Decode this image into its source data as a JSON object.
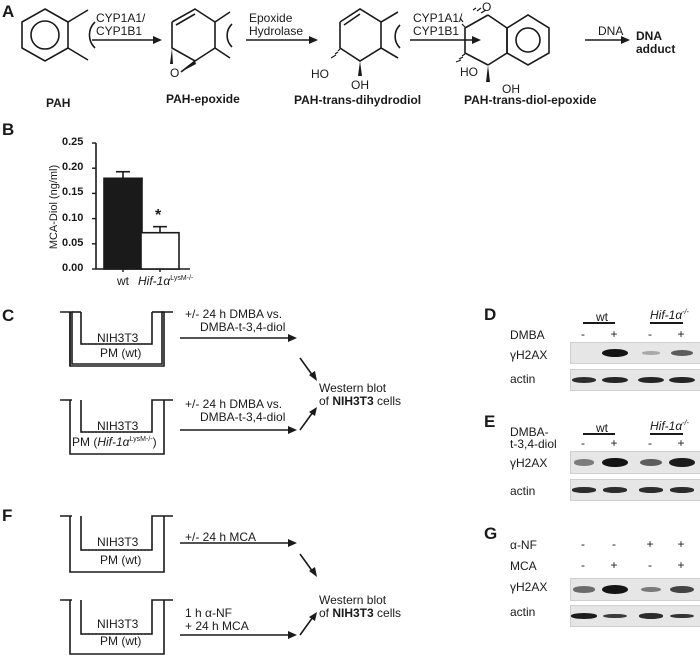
{
  "panels": {
    "A": {
      "letter": "A",
      "compounds": [
        "PAH",
        "PAH-epoxide",
        "PAH-trans-dihydrodiol",
        "PAH-trans-diol-epoxide"
      ],
      "steps": [
        {
          "line1": "CYP1A1/",
          "line2": "CYP1B1"
        },
        {
          "line1": "Epoxide",
          "line2": "Hydrolase"
        },
        {
          "line1": "CYP1A1/",
          "line2": "CYP1B1"
        },
        {
          "line1": "DNA",
          "line2": ""
        }
      ],
      "product_line1": "DNA",
      "product_line2": "adduct",
      "atoms": {
        "o": "O",
        "ho": "HO",
        "oh": "OH"
      }
    },
    "B": {
      "letter": "B"
    },
    "C": {
      "letter": "C",
      "wells": [
        {
          "cells": "NIH3T3",
          "pm_prefix": "PM (",
          "pm_genotype": "wt",
          "pm_sup": "",
          "pm_suffix": ")",
          "treat1": "+/- 24 h DMBA vs.",
          "treat2": "DMBA-t-3,4-diol"
        },
        {
          "cells": "NIH3T3",
          "pm_prefix": "PM (",
          "pm_genotype": "Hif-1α",
          "pm_sup": "LysM-/-",
          "pm_suffix": ")",
          "treat1": "+/-  24 h DMBA vs.",
          "treat2": "DMBA-t-3,4-diol"
        }
      ],
      "readout_line1": "Western blot",
      "readout_prefix": "of ",
      "readout_bold": "NIH3T3",
      "readout_suffix": " cells"
    },
    "D": {
      "letter": "D",
      "group1": "wt",
      "group2": "Hif-1α",
      "group2_sup": "-/-",
      "treatment_label": "DMBA",
      "signs": [
        "-",
        "+",
        "-",
        "+"
      ],
      "rows": [
        "γH2AX",
        "actin"
      ],
      "gh2ax_intensity": [
        0,
        1.0,
        0.05,
        0.55
      ],
      "actin_intensity": [
        0.85,
        0.9,
        0.9,
        0.9
      ]
    },
    "E": {
      "letter": "E",
      "group1": "wt",
      "group2": "Hif-1α",
      "group2_sup": "-/-",
      "treatment_label1": "DMBA-",
      "treatment_label2": "t-3,4-diol",
      "signs": [
        "-",
        "+",
        "-",
        "+"
      ],
      "rows": [
        "γH2AX",
        "actin"
      ],
      "gh2ax_intensity": [
        0.35,
        1.0,
        0.55,
        0.95
      ],
      "actin_intensity": [
        0.85,
        0.85,
        0.85,
        0.85
      ]
    },
    "F": {
      "letter": "F",
      "wells": [
        {
          "cells": "NIH3T3",
          "pm": "PM (wt)",
          "treat1": "+/- 24 h MCA",
          "treat2": ""
        },
        {
          "cells": "NIH3T3",
          "pm": "PM (wt)",
          "treat1": "1 h α-NF",
          "treat2": "+ 24 h MCA"
        }
      ],
      "readout_line1": "Western blot",
      "readout_prefix": "of ",
      "readout_bold": "NIH3T3",
      "readout_suffix": " cells"
    },
    "G": {
      "letter": "G",
      "treatments": [
        {
          "label": "α-NF",
          "signs": [
            "-",
            "-",
            "+",
            "+"
          ]
        },
        {
          "label": "MCA",
          "signs": [
            "-",
            "+",
            "-",
            "+"
          ]
        }
      ],
      "rows": [
        "γH2AX",
        "actin"
      ],
      "gh2ax_intensity": [
        0.45,
        1.0,
        0.35,
        0.7
      ],
      "actin_intensity": [
        0.95,
        0.75,
        0.85,
        0.8
      ]
    }
  },
  "chart_data": {
    "type": "bar",
    "title": "",
    "xlabel": "",
    "ylabel": "MCA-Diol (ng/ml)",
    "categories": [
      "wt",
      "Hif-1α"
    ],
    "category_sup": [
      "",
      "LysM-/-"
    ],
    "values": [
      0.18,
      0.072
    ],
    "errors": [
      0.013,
      0.012
    ],
    "fill": [
      "#1a1a1a",
      "#ffffff"
    ],
    "ylim": [
      0,
      0.25
    ],
    "yticks": [
      "0.00",
      "0.05",
      "0.10",
      "0.15",
      "0.20",
      "0.25"
    ],
    "annotations": [
      "*"
    ],
    "grid": false
  }
}
